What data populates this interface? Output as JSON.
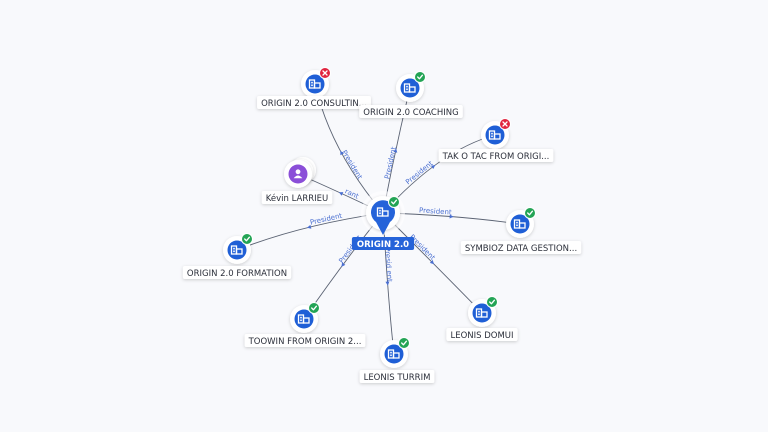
{
  "colors": {
    "background": "#f8f9fc",
    "edge": "#5b6373",
    "edge_label": "#4a6fd1",
    "company_icon": "#1f5fd6",
    "person_icon": "#8b4fd8",
    "status_ok": "#23a455",
    "status_closed": "#e0243f",
    "center_label_bg": "#2563d9"
  },
  "center": {
    "label": "ORIGIN 2.0",
    "icon": "building-icon",
    "status": "active"
  },
  "nodes": [
    {
      "id": "origin-consulting",
      "label": "ORIGIN 2.0 CONSULTIN...",
      "type": "company",
      "icon": "building-icon",
      "status": "closed",
      "edge_label": "President"
    },
    {
      "id": "origin-coaching",
      "label": "ORIGIN 2.0 COACHING",
      "type": "company",
      "icon": "building-icon",
      "status": "active",
      "edge_label": "President"
    },
    {
      "id": "tak-o-tac",
      "label": "TAK O TAC FROM ORIGI...",
      "type": "company",
      "icon": "building-icon",
      "status": "closed",
      "edge_label": "President"
    },
    {
      "id": "kevin",
      "label": "Kévin LARRIEU",
      "type": "person",
      "icon": "person-icon",
      "status": "none",
      "edge_label": "rant"
    },
    {
      "id": "symbioz",
      "label": "SYMBIOZ DATA GESTION...",
      "type": "company",
      "icon": "building-icon",
      "status": "active",
      "edge_label": "President"
    },
    {
      "id": "origin-formation",
      "label": "ORIGIN 2.0 FORMATION",
      "type": "company",
      "icon": "building-icon",
      "status": "active",
      "edge_label": "President"
    },
    {
      "id": "leonis-domui",
      "label": "LEONIS DOMUI",
      "type": "company",
      "icon": "building-icon",
      "status": "active",
      "edge_label": "President"
    },
    {
      "id": "toowin",
      "label": "TOOWIN FROM ORIGIN 2...",
      "type": "company",
      "icon": "building-icon",
      "status": "active",
      "edge_label": "President"
    },
    {
      "id": "leonis-turrim",
      "label": "LEONIS TURRIM",
      "type": "company",
      "icon": "building-icon",
      "status": "active",
      "edge_label": "Presid ent"
    }
  ]
}
